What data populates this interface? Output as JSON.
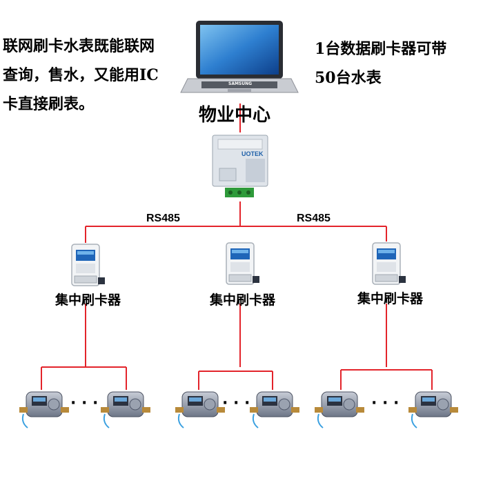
{
  "intro": {
    "line1": "联网刷卡水表既能联网",
    "line2": "查询，售水，又能用IC",
    "line3": "卡直接刷表。"
  },
  "capacity": {
    "line1": "1台数据刷卡器可带",
    "line2": "50台水表"
  },
  "center_label": "物业中心",
  "converter_brand": "UOTEK",
  "laptop_brand": "SAMSUNG",
  "bus": {
    "left_label": "RS485",
    "right_label": "RS485"
  },
  "readers": [
    {
      "label": "集中刷卡器"
    },
    {
      "label": "集中刷卡器"
    },
    {
      "label": "集中刷卡器"
    }
  ],
  "ellipsis": "· · ·",
  "colors": {
    "wire": "#e3232a",
    "text": "#000000"
  }
}
